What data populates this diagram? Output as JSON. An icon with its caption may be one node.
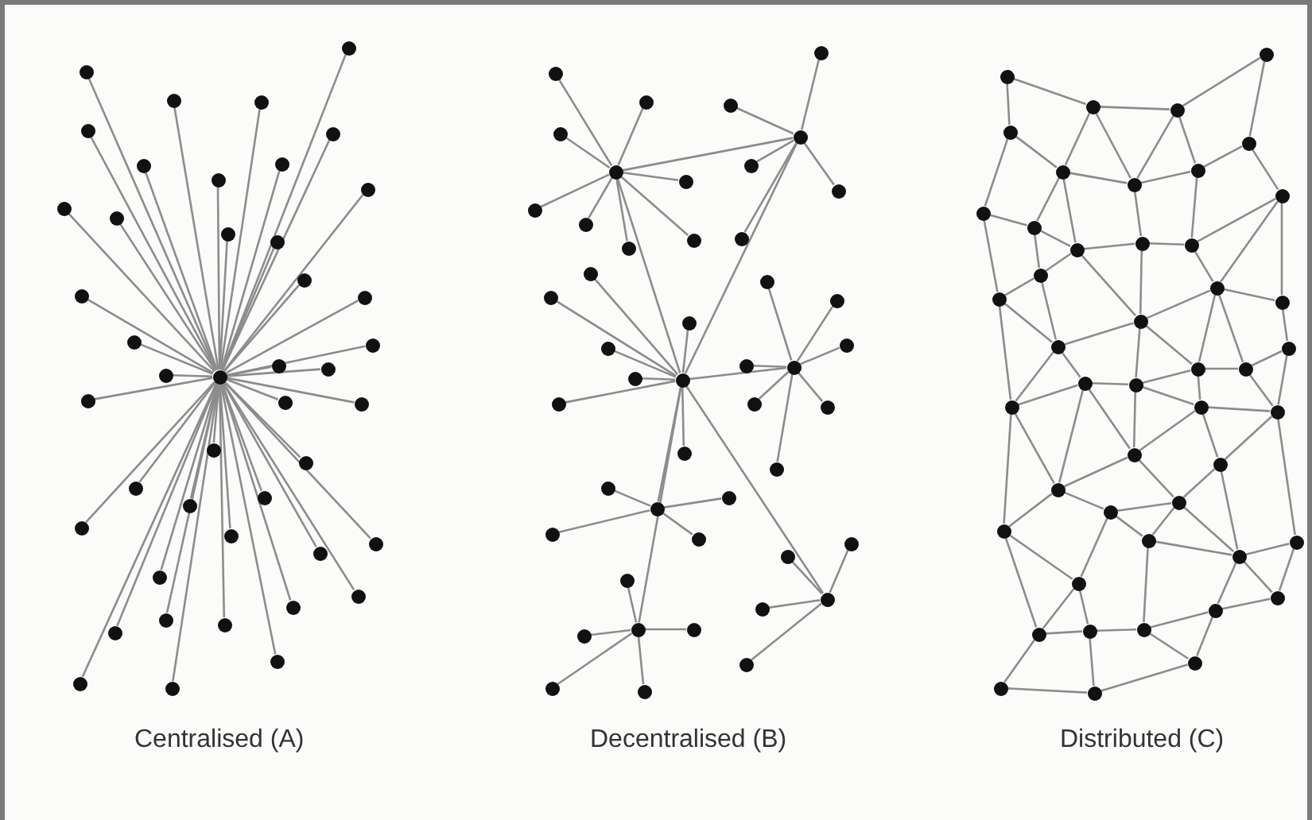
{
  "diagram": {
    "nodes": [
      {
        "text": [],
        "shape": "circle"
      },
      {
        "text": [],
        "shape": "circle"
      },
      {
        "text": [],
        "shape": "circle"
      },
      {
        "text": [],
        "shape": "circle"
      },
      {
        "text": [],
        "shape": "circle"
      },
      {
        "text": [],
        "shape": "circle"
      },
      {
        "text": [],
        "shape": "circle"
      },
      {
        "text": [],
        "shape": "circle"
      },
      {
        "text": [],
        "shape": "circle"
      },
      {
        "text": [],
        "shape": "circle"
      },
      {
        "text": [],
        "shape": "circle"
      },
      {
        "text": [],
        "shape": "circle"
      },
      {
        "text": [],
        "shape": "circle"
      },
      {
        "text": [],
        "shape": "circle"
      },
      {
        "text": [],
        "shape": "circle"
      },
      {
        "text": [],
        "shape": "circle"
      },
      {
        "text": [],
        "shape": "circle"
      },
      {
        "text": [],
        "shape": "circle"
      },
      {
        "text": [],
        "shape": "circle"
      },
      {
        "text": [],
        "shape": "circle"
      },
      {
        "text": [],
        "shape": "circle"
      },
      {
        "text": [],
        "shape": "circle"
      },
      {
        "text": [],
        "shape": "circle"
      },
      {
        "text": [],
        "shape": "circle"
      },
      {
        "text": [],
        "shape": "circle"
      },
      {
        "text": [],
        "shape": "circle"
      },
      {
        "text": [],
        "shape": "circle"
      },
      {
        "text": [],
        "shape": "circle"
      },
      {
        "text": [],
        "shape": "circle"
      },
      {
        "text": [],
        "shape": "circle"
      },
      {
        "text": [],
        "shape": "circle"
      },
      {
        "text": [],
        "shape": "circle"
      },
      {
        "text": [],
        "shape": "circle"
      },
      {
        "text": [],
        "shape": "circle"
      },
      {
        "text": [],
        "shape": "circle"
      },
      {
        "text": [],
        "shape": "circle"
      },
      {
        "text": [],
        "shape": "circle"
      },
      {
        "text": [],
        "shape": "circle"
      },
      {
        "text": [],
        "shape": "circle"
      },
      {
        "text": [],
        "shape": "circle"
      },
      {
        "text": [],
        "shape": "circle"
      },
      {
        "text": [],
        "shape": "circle"
      },
      {
        "text": [],
        "shape": "circle"
      },
      {
        "text": [],
        "shape": "circle"
      },
      {
        "text": [],
        "shape": "circle"
      },
      {
        "text": [],
        "shape": "circle"
      },
      {
        "text": [],
        "shape": "circle"
      },
      {
        "text": [],
        "shape": "circle"
      },
      {
        "text": [],
        "shape": "circle"
      },
      {
        "text": [],
        "shape": "circle"
      },
      {
        "text": [],
        "shape": "circle"
      },
      {
        "text": [],
        "shape": "circle"
      },
      {
        "text": [],
        "shape": "circle"
      },
      {
        "text": [],
        "shape": "circle"
      },
      {
        "text": [],
        "shape": "circle"
      },
      {
        "text": [],
        "shape": "circle"
      },
      {
        "text": [],
        "shape": "circle"
      },
      {
        "text": [],
        "shape": "circle"
      },
      {
        "text": [],
        "shape": "circle"
      },
      {
        "text": [],
        "shape": "circle"
      },
      {
        "text": [],
        "shape": "circle"
      },
      {
        "text": [],
        "shape": "circle"
      },
      {
        "text": [],
        "shape": "circle"
      },
      {
        "text": [],
        "shape": "circle"
      },
      {
        "text": [],
        "shape": "circle"
      },
      {
        "text": [],
        "shape": "circle"
      },
      {
        "text": [],
        "shape": "circle"
      },
      {
        "text": [],
        "shape": "circle"
      },
      {
        "text": [],
        "shape": "circle"
      },
      {
        "text": [],
        "shape": "circle"
      },
      {
        "text": [],
        "shape": "circle"
      },
      {
        "text": [],
        "shape": "circle"
      },
      {
        "text": [],
        "shape": "circle"
      },
      {
        "text": [],
        "shape": "circle"
      },
      {
        "text": [],
        "shape": "circle"
      },
      {
        "text": [],
        "shape": "circle"
      },
      {
        "text": [],
        "shape": "circle"
      },
      {
        "text": [],
        "shape": "circle"
      },
      {
        "text": [],
        "shape": "circle"
      },
      {
        "text": [],
        "shape": "circle"
      },
      {
        "text": [],
        "shape": "circle"
      },
      {
        "text": [],
        "shape": "circle"
      },
      {
        "text": [],
        "shape": "circle"
      },
      {
        "text": [],
        "shape": "circle"
      },
      {
        "text": [],
        "shape": "circle"
      },
      {
        "text": [],
        "shape": "circle"
      },
      {
        "text": [],
        "shape": "circle"
      },
      {
        "text": [],
        "shape": "circle"
      },
      {
        "text": [],
        "shape": "circle"
      },
      {
        "text": [],
        "shape": "circle"
      },
      {
        "text": [],
        "shape": "circle"
      },
      {
        "text": [],
        "shape": "circle"
      },
      {
        "text": [],
        "shape": "circle"
      },
      {
        "text": [],
        "shape": "circle"
      },
      {
        "text": [],
        "shape": "circle"
      },
      {
        "text": [],
        "shape": "circle"
      },
      {
        "text": [],
        "shape": "circle"
      },
      {
        "text": [],
        "shape": "circle"
      },
      {
        "text": [],
        "shape": "circle"
      },
      {
        "text": [],
        "shape": "circle"
      },
      {
        "text": [],
        "shape": "circle"
      },
      {
        "text": [],
        "shape": "circle"
      },
      {
        "text": [],
        "shape": "circle"
      },
      {
        "text": [],
        "shape": "circle"
      },
      {
        "text": [],
        "shape": "circle"
      },
      {
        "text": [],
        "shape": "circle"
      },
      {
        "text": [],
        "shape": "circle"
      },
      {
        "text": [],
        "shape": "circle"
      },
      {
        "text": [],
        "shape": "circle"
      },
      {
        "text": [],
        "shape": "circle"
      },
      {
        "text": [],
        "shape": "circle"
      },
      {
        "text": [],
        "shape": "circle"
      },
      {
        "text": [],
        "shape": "circle"
      },
      {
        "text": [],
        "shape": "circle"
      },
      {
        "text": [],
        "shape": "circle"
      },
      {
        "text": [],
        "shape": "circle"
      },
      {
        "text": [],
        "shape": "circle"
      },
      {
        "text": [],
        "shape": "circle"
      },
      {
        "text": [],
        "shape": "circle"
      },
      {
        "text": [],
        "shape": "circle"
      },
      {
        "text": [],
        "shape": "circle"
      },
      {
        "text": [],
        "shape": "circle"
      },
      {
        "text": [],
        "shape": "circle"
      },
      {
        "text": [],
        "shape": "circle"
      },
      {
        "text": [],
        "shape": "circle"
      },
      {
        "text": [],
        "shape": "circle"
      },
      {
        "text": [],
        "shape": "circle"
      },
      {
        "text": [],
        "shape": "circle"
      },
      {
        "text": [],
        "shape": "circle"
      },
      {
        "text": [],
        "shape": "circle"
      },
      {
        "text": [],
        "shape": "circle"
      },
      {
        "text": [],
        "shape": "circle"
      },
      {
        "text": [],
        "shape": "circle"
      },
      {
        "text": [],
        "shape": "circle"
      },
      {
        "text": [],
        "shape": "circle"
      },
      {
        "text": [],
        "shape": "circle"
      },
      {
        "text": [],
        "shape": "circle"
      },
      {
        "text": [],
        "shape": "circle"
      }
    ],
    "edges": [
      {
        "from": 0,
        "to": 1,
        "arrow": "none"
      },
      {
        "from": 0,
        "to": 2,
        "arrow": "none"
      },
      {
        "from": 0,
        "to": 3,
        "arrow": "none"
      },
      {
        "from": 0,
        "to": 4,
        "arrow": "none"
      },
      {
        "from": 0,
        "to": 5,
        "arrow": "none"
      },
      {
        "from": 0,
        "to": 6,
        "arrow": "none"
      },
      {
        "from": 0,
        "to": 7,
        "arrow": "none"
      },
      {
        "from": 0,
        "to": 8,
        "arrow": "none"
      },
      {
        "from": 0,
        "to": 9,
        "arrow": "none"
      },
      {
        "from": 0,
        "to": 10,
        "arrow": "none"
      },
      {
        "from": 0,
        "to": 11,
        "arrow": "none"
      },
      {
        "from": 0,
        "to": 12,
        "arrow": "none"
      },
      {
        "from": 0,
        "to": 13,
        "arrow": "none"
      },
      {
        "from": 0,
        "to": 14,
        "arrow": "none"
      },
      {
        "from": 0,
        "to": 15,
        "arrow": "none"
      },
      {
        "from": 0,
        "to": 16,
        "arrow": "none"
      },
      {
        "from": 0,
        "to": 17,
        "arrow": "none"
      },
      {
        "from": 0,
        "to": 18,
        "arrow": "none"
      },
      {
        "from": 0,
        "to": 19,
        "arrow": "none"
      },
      {
        "from": 0,
        "to": 20,
        "arrow": "none"
      },
      {
        "from": 0,
        "to": 21,
        "arrow": "none"
      },
      {
        "from": 0,
        "to": 22,
        "arrow": "none"
      },
      {
        "from": 0,
        "to": 23,
        "arrow": "none"
      },
      {
        "from": 0,
        "to": 24,
        "arrow": "none"
      },
      {
        "from": 0,
        "to": 25,
        "arrow": "none"
      },
      {
        "from": 0,
        "to": 26,
        "arrow": "none"
      },
      {
        "from": 0,
        "to": 27,
        "arrow": "none"
      },
      {
        "from": 0,
        "to": 28,
        "arrow": "none"
      },
      {
        "from": 0,
        "to": 29,
        "arrow": "none"
      },
      {
        "from": 0,
        "to": 30,
        "arrow": "none"
      },
      {
        "from": 0,
        "to": 31,
        "arrow": "none"
      },
      {
        "from": 0,
        "to": 32,
        "arrow": "none"
      },
      {
        "from": 0,
        "to": 33,
        "arrow": "none"
      },
      {
        "from": 0,
        "to": 34,
        "arrow": "none"
      },
      {
        "from": 0,
        "to": 35,
        "arrow": "none"
      },
      {
        "from": 0,
        "to": 36,
        "arrow": "none"
      },
      {
        "from": 0,
        "to": 37,
        "arrow": "none"
      },
      {
        "from": 0,
        "to": 38,
        "arrow": "none"
      },
      {
        "from": 0,
        "to": 39,
        "arrow": "none"
      },
      {
        "from": 0,
        "to": 40,
        "arrow": "none"
      },
      {
        "from": 0,
        "to": 41,
        "arrow": "none"
      },
      {
        "from": 0,
        "to": 42,
        "arrow": "none"
      },
      {
        "from": 0,
        "to": 43,
        "arrow": "none"
      },
      {
        "from": 44,
        "to": 51,
        "arrow": "none"
      },
      {
        "from": 44,
        "to": 52,
        "arrow": "none"
      },
      {
        "from": 44,
        "to": 53,
        "arrow": "none"
      },
      {
        "from": 44,
        "to": 54,
        "arrow": "none"
      },
      {
        "from": 44,
        "to": 55,
        "arrow": "none"
      },
      {
        "from": 44,
        "to": 56,
        "arrow": "none"
      },
      {
        "from": 44,
        "to": 57,
        "arrow": "none"
      },
      {
        "from": 44,
        "to": 58,
        "arrow": "none"
      },
      {
        "from": 44,
        "to": 45,
        "arrow": "none"
      },
      {
        "from": 44,
        "to": 46,
        "arrow": "none"
      },
      {
        "from": 45,
        "to": 59,
        "arrow": "none"
      },
      {
        "from": 45,
        "to": 60,
        "arrow": "none"
      },
      {
        "from": 45,
        "to": 61,
        "arrow": "none"
      },
      {
        "from": 45,
        "to": 62,
        "arrow": "none"
      },
      {
        "from": 45,
        "to": 63,
        "arrow": "none"
      },
      {
        "from": 45,
        "to": 46,
        "arrow": "none"
      },
      {
        "from": 46,
        "to": 64,
        "arrow": "none"
      },
      {
        "from": 46,
        "to": 65,
        "arrow": "none"
      },
      {
        "from": 46,
        "to": 66,
        "arrow": "none"
      },
      {
        "from": 46,
        "to": 67,
        "arrow": "none"
      },
      {
        "from": 46,
        "to": 68,
        "arrow": "none"
      },
      {
        "from": 46,
        "to": 69,
        "arrow": "none"
      },
      {
        "from": 46,
        "to": 70,
        "arrow": "none"
      },
      {
        "from": 46,
        "to": 47,
        "arrow": "none"
      },
      {
        "from": 46,
        "to": 48,
        "arrow": "none"
      },
      {
        "from": 46,
        "to": 49,
        "arrow": "none"
      },
      {
        "from": 46,
        "to": 50,
        "arrow": "none"
      },
      {
        "from": 47,
        "to": 71,
        "arrow": "none"
      },
      {
        "from": 47,
        "to": 72,
        "arrow": "none"
      },
      {
        "from": 47,
        "to": 73,
        "arrow": "none"
      },
      {
        "from": 47,
        "to": 74,
        "arrow": "none"
      },
      {
        "from": 47,
        "to": 75,
        "arrow": "none"
      },
      {
        "from": 47,
        "to": 76,
        "arrow": "none"
      },
      {
        "from": 47,
        "to": 77,
        "arrow": "none"
      },
      {
        "from": 48,
        "to": 78,
        "arrow": "none"
      },
      {
        "from": 48,
        "to": 79,
        "arrow": "none"
      },
      {
        "from": 48,
        "to": 80,
        "arrow": "none"
      },
      {
        "from": 48,
        "to": 81,
        "arrow": "none"
      },
      {
        "from": 49,
        "to": 82,
        "arrow": "none"
      },
      {
        "from": 49,
        "to": 83,
        "arrow": "none"
      },
      {
        "from": 49,
        "to": 84,
        "arrow": "none"
      },
      {
        "from": 49,
        "to": 85,
        "arrow": "none"
      },
      {
        "from": 49,
        "to": 86,
        "arrow": "none"
      },
      {
        "from": 50,
        "to": 87,
        "arrow": "none"
      },
      {
        "from": 50,
        "to": 88,
        "arrow": "none"
      },
      {
        "from": 50,
        "to": 89,
        "arrow": "none"
      },
      {
        "from": 50,
        "to": 90,
        "arrow": "none"
      },
      {
        "from": 92,
        "to": 93,
        "arrow": "none"
      },
      {
        "from": 92,
        "to": 95,
        "arrow": "none"
      },
      {
        "from": 93,
        "to": 94,
        "arrow": "none"
      },
      {
        "from": 94,
        "to": 91,
        "arrow": "none"
      },
      {
        "from": 93,
        "to": 97,
        "arrow": "none"
      },
      {
        "from": 93,
        "to": 98,
        "arrow": "none"
      },
      {
        "from": 94,
        "to": 98,
        "arrow": "none"
      },
      {
        "from": 94,
        "to": 99,
        "arrow": "none"
      },
      {
        "from": 91,
        "to": 96,
        "arrow": "none"
      },
      {
        "from": 96,
        "to": 99,
        "arrow": "none"
      },
      {
        "from": 96,
        "to": 100,
        "arrow": "none"
      },
      {
        "from": 95,
        "to": 97,
        "arrow": "none"
      },
      {
        "from": 95,
        "to": 101,
        "arrow": "none"
      },
      {
        "from": 97,
        "to": 98,
        "arrow": "none"
      },
      {
        "from": 98,
        "to": 99,
        "arrow": "none"
      },
      {
        "from": 97,
        "to": 102,
        "arrow": "none"
      },
      {
        "from": 97,
        "to": 103,
        "arrow": "none"
      },
      {
        "from": 98,
        "to": 104,
        "arrow": "none"
      },
      {
        "from": 99,
        "to": 105,
        "arrow": "none"
      },
      {
        "from": 100,
        "to": 105,
        "arrow": "none"
      },
      {
        "from": 100,
        "to": 107,
        "arrow": "none"
      },
      {
        "from": 100,
        "to": 109,
        "arrow": "none"
      },
      {
        "from": 101,
        "to": 102,
        "arrow": "none"
      },
      {
        "from": 101,
        "to": 108,
        "arrow": "none"
      },
      {
        "from": 102,
        "to": 103,
        "arrow": "none"
      },
      {
        "from": 102,
        "to": 106,
        "arrow": "none"
      },
      {
        "from": 103,
        "to": 104,
        "arrow": "none"
      },
      {
        "from": 104,
        "to": 105,
        "arrow": "none"
      },
      {
        "from": 103,
        "to": 106,
        "arrow": "none"
      },
      {
        "from": 103,
        "to": 110,
        "arrow": "none"
      },
      {
        "from": 104,
        "to": 110,
        "arrow": "none"
      },
      {
        "from": 105,
        "to": 107,
        "arrow": "none"
      },
      {
        "from": 106,
        "to": 108,
        "arrow": "none"
      },
      {
        "from": 106,
        "to": 111,
        "arrow": "none"
      },
      {
        "from": 107,
        "to": 109,
        "arrow": "none"
      },
      {
        "from": 107,
        "to": 110,
        "arrow": "none"
      },
      {
        "from": 107,
        "to": 113,
        "arrow": "none"
      },
      {
        "from": 107,
        "to": 114,
        "arrow": "none"
      },
      {
        "from": 108,
        "to": 111,
        "arrow": "none"
      },
      {
        "from": 108,
        "to": 117,
        "arrow": "none"
      },
      {
        "from": 109,
        "to": 112,
        "arrow": "none"
      },
      {
        "from": 110,
        "to": 111,
        "arrow": "none"
      },
      {
        "from": 110,
        "to": 113,
        "arrow": "none"
      },
      {
        "from": 110,
        "to": 116,
        "arrow": "none"
      },
      {
        "from": 111,
        "to": 115,
        "arrow": "none"
      },
      {
        "from": 111,
        "to": 117,
        "arrow": "none"
      },
      {
        "from": 112,
        "to": 114,
        "arrow": "none"
      },
      {
        "from": 112,
        "to": 119,
        "arrow": "none"
      },
      {
        "from": 113,
        "to": 114,
        "arrow": "none"
      },
      {
        "from": 113,
        "to": 116,
        "arrow": "none"
      },
      {
        "from": 113,
        "to": 118,
        "arrow": "none"
      },
      {
        "from": 114,
        "to": 119,
        "arrow": "none"
      },
      {
        "from": 115,
        "to": 116,
        "arrow": "none"
      },
      {
        "from": 115,
        "to": 117,
        "arrow": "none"
      },
      {
        "from": 115,
        "to": 120,
        "arrow": "none"
      },
      {
        "from": 115,
        "to": 122,
        "arrow": "none"
      },
      {
        "from": 116,
        "to": 118,
        "arrow": "none"
      },
      {
        "from": 116,
        "to": 120,
        "arrow": "none"
      },
      {
        "from": 117,
        "to": 122,
        "arrow": "none"
      },
      {
        "from": 117,
        "to": 125,
        "arrow": "none"
      },
      {
        "from": 118,
        "to": 119,
        "arrow": "none"
      },
      {
        "from": 118,
        "to": 120,
        "arrow": "none"
      },
      {
        "from": 118,
        "to": 121,
        "arrow": "none"
      },
      {
        "from": 119,
        "to": 127,
        "arrow": "none"
      },
      {
        "from": 119,
        "to": 121,
        "arrow": "none"
      },
      {
        "from": 120,
        "to": 122,
        "arrow": "none"
      },
      {
        "from": 120,
        "to": 123,
        "arrow": "none"
      },
      {
        "from": 121,
        "to": 123,
        "arrow": "none"
      },
      {
        "from": 121,
        "to": 128,
        "arrow": "none"
      },
      {
        "from": 122,
        "to": 124,
        "arrow": "none"
      },
      {
        "from": 122,
        "to": 125,
        "arrow": "none"
      },
      {
        "from": 123,
        "to": 124,
        "arrow": "none"
      },
      {
        "from": 123,
        "to": 126,
        "arrow": "none"
      },
      {
        "from": 123,
        "to": 128,
        "arrow": "none"
      },
      {
        "from": 124,
        "to": 126,
        "arrow": "none"
      },
      {
        "from": 124,
        "to": 129,
        "arrow": "none"
      },
      {
        "from": 125,
        "to": 129,
        "arrow": "none"
      },
      {
        "from": 125,
        "to": 132,
        "arrow": "none"
      },
      {
        "from": 126,
        "to": 128,
        "arrow": "none"
      },
      {
        "from": 126,
        "to": 134,
        "arrow": "none"
      },
      {
        "from": 127,
        "to": 128,
        "arrow": "none"
      },
      {
        "from": 127,
        "to": 130,
        "arrow": "none"
      },
      {
        "from": 128,
        "to": 130,
        "arrow": "none"
      },
      {
        "from": 128,
        "to": 131,
        "arrow": "none"
      },
      {
        "from": 129,
        "to": 132,
        "arrow": "none"
      },
      {
        "from": 129,
        "to": 133,
        "arrow": "none"
      },
      {
        "from": 130,
        "to": 131,
        "arrow": "none"
      },
      {
        "from": 131,
        "to": 134,
        "arrow": "none"
      },
      {
        "from": 131,
        "to": 135,
        "arrow": "none"
      },
      {
        "from": 132,
        "to": 133,
        "arrow": "none"
      },
      {
        "from": 132,
        "to": 136,
        "arrow": "none"
      },
      {
        "from": 133,
        "to": 134,
        "arrow": "none"
      },
      {
        "from": 133,
        "to": 137,
        "arrow": "none"
      },
      {
        "from": 134,
        "to": 135,
        "arrow": "none"
      },
      {
        "from": 135,
        "to": 137,
        "arrow": "none"
      },
      {
        "from": 136,
        "to": 137,
        "arrow": "none"
      }
    ],
    "labels": [
      "Centralised (A)",
      "Decentralised (B)",
      "Distributed (C)"
    ]
  }
}
